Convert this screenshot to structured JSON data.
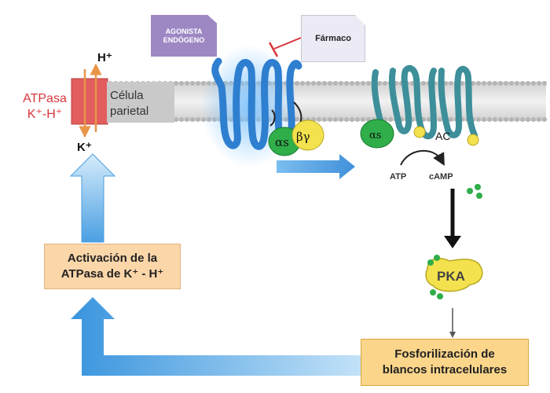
{
  "agonist": {
    "line1": "AGONISTA",
    "line2": "ENDÓGENO"
  },
  "drug": {
    "label": "Fármaco"
  },
  "atpase": {
    "line1": "ATPasa",
    "line2": "K⁺-H⁺"
  },
  "ions": {
    "h_plus": "H⁺",
    "k_plus": "K⁺"
  },
  "cell": {
    "line1": "Célula",
    "line2": "parietal"
  },
  "g_protein": {
    "alpha_s": "αs",
    "beta_gamma": "βγ"
  },
  "effector": {
    "alpha_s": "αs",
    "ac": "AC",
    "atp": "ATP",
    "camp": "cAMP"
  },
  "kinase": {
    "pka": "PKA"
  },
  "activation": {
    "line1": "Activación de la",
    "line2": "ATPasa de K⁺ - H⁺"
  },
  "phosphorylation": {
    "line1": "Fosforilización de",
    "line2": "blancos intracelulares"
  },
  "colors": {
    "receptor": "#2f7fd0",
    "membrane": "#a8a8a8",
    "atpase_red": "#d9363e",
    "arrow_blue": "#4da3e6",
    "activation_bg": "#fbd6a9",
    "phospho_bg": "#fbd58a",
    "agonist_bg": "#9d88c4",
    "pka_yellow": "#f3e24e"
  }
}
